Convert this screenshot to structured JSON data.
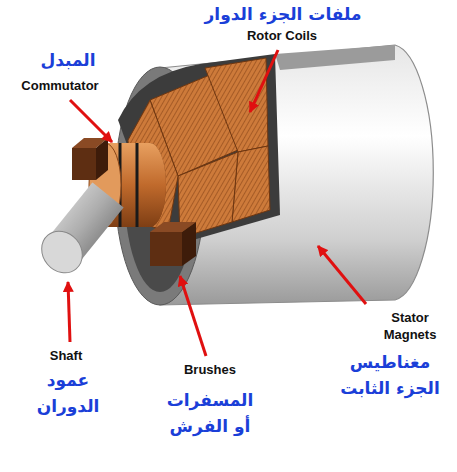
{
  "diagram": {
    "labels": [
      "ملفات الجزء الدوار",
      "Rotor Coils",
      "المبدل",
      "Commutator",
      "Stator Magnets",
      "مغناطيس الجزء الثابت",
      "Shaft",
      "عمود الدوران",
      "Brushes",
      "المسفرات أو الفرش"
    ]
  }
}
